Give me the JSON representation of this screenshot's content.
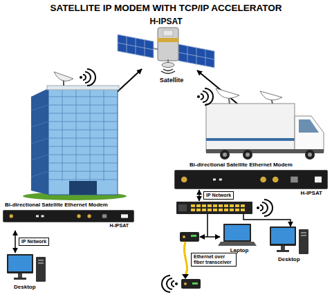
{
  "diagram": {
    "title": "SATELLITE IP MODEM WITH TCP/IP ACCELERATOR",
    "nodes": [
      {
        "text": [
          "Satellite"
        ]
      },
      {
        "text": [
          "Bi-directional Satellite Ethernet Modem",
          "H-IPSAT"
        ]
      },
      {
        "text": [
          "Desktop"
        ]
      },
      {
        "text": [
          "Bi-directional Satellite Ethernet Modem",
          "H-IPSAT"
        ]
      },
      {
        "text": [
          "Laptop"
        ]
      },
      {
        "text": [
          "Desktop"
        ]
      }
    ],
    "edges": [
      {
        "from": 1,
        "to": 2,
        "label": "IP Network",
        "arrow": "both"
      }
    ],
    "labels": [
      "H-IPSAT",
      "IP Network",
      "Ethernet over fiber transceiver"
    ]
  }
}
